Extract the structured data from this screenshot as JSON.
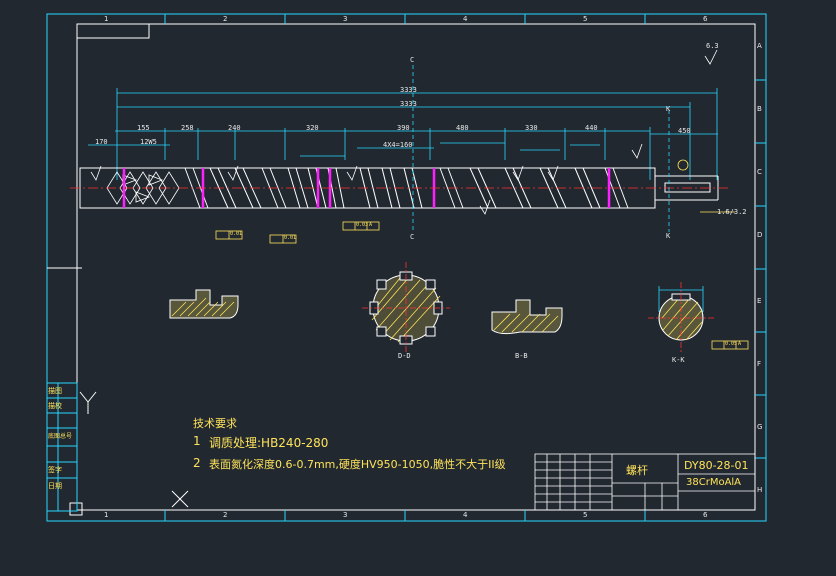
{
  "drawing": {
    "grid_columns": [
      "1",
      "2",
      "3",
      "4",
      "5",
      "6"
    ],
    "grid_rows": [
      "A",
      "B",
      "C",
      "D",
      "E",
      "F",
      "G",
      "H"
    ],
    "section_marks": {
      "c_top": "C",
      "c_bottom": "C",
      "k_top": "K",
      "k_bottom": "K"
    },
    "section_labels": [
      "D-D",
      "B-B",
      "K-K"
    ],
    "dimensions": {
      "overall_1": "3333",
      "overall_2": "3333",
      "segment_1": "155",
      "segment_2": "12W5",
      "segment_3": "258",
      "segment_4": "240",
      "segment_5": "320",
      "segment_6": "390",
      "segment_7": "480",
      "segment_8": "330",
      "segment_9": "440",
      "segment_10": "450",
      "segment_11": "170",
      "shaft_dim": "4X4=160",
      "roughness": "6.3",
      "tolerance_1": "0.01",
      "tolerance_2": "0.01",
      "tolerance_3": "0.03",
      "tolerance_4": "0.05",
      "tolerance_ref": "A",
      "keyway": "1.6/3.2"
    },
    "requirements": {
      "heading": "技术要求",
      "items": [
        {
          "num": "1",
          "text": "调质处理:HB240-280"
        },
        {
          "num": "2",
          "text": "表面氮化深度0.6-0.7mm,硬度HV950-1050,脆性不大于II级"
        }
      ]
    },
    "title_block": {
      "part_name": "螺杆",
      "drawing_no": "DY80-28-01",
      "material": "38CrMoAlA",
      "left_column": [
        "描图",
        "描校",
        "底图总号",
        "签字",
        "日期"
      ]
    }
  },
  "colors": {
    "background": "#212830",
    "frame": "#ffffff",
    "border": "#27d8ff",
    "screw_outline": "#ffffff",
    "center_line": "#ff3030",
    "dim": "#27d8ff",
    "hatch": "#ffe35a",
    "highlight": "#ff20ff",
    "green": "#40ff40"
  }
}
